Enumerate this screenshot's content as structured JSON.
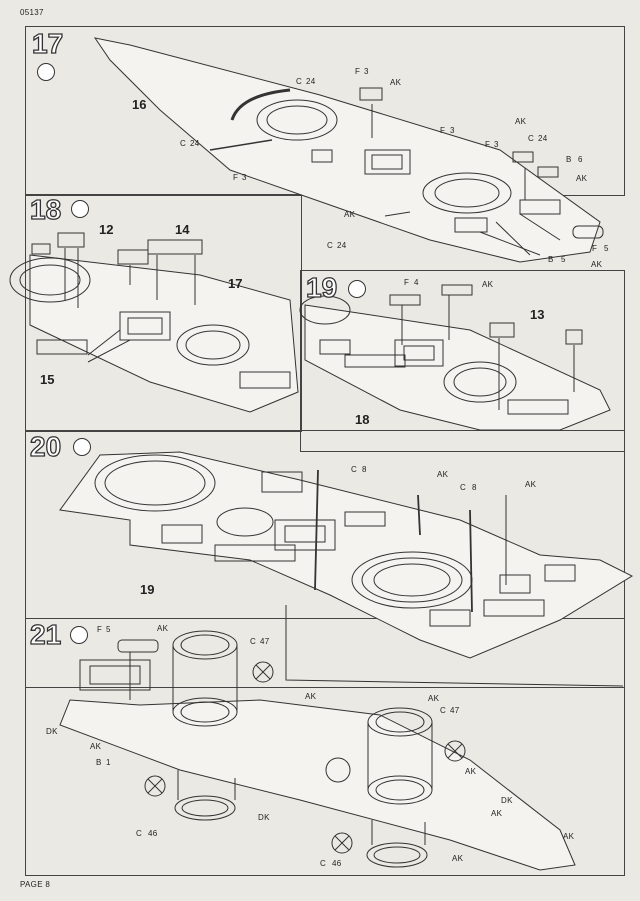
{
  "header": {
    "code": "05137"
  },
  "footer": {
    "page": "PAGE 8"
  },
  "steps": [
    {
      "number": "17",
      "parts": [
        "16"
      ],
      "callouts": [
        "C",
        "24",
        "F",
        "3",
        "AK",
        "C",
        "24",
        "F",
        "3",
        "F",
        "3",
        "AK",
        "C",
        "24",
        "F",
        "3",
        "B",
        "6",
        "AK",
        "AK",
        "C",
        "24",
        "B",
        "5",
        "F",
        "5",
        "AK"
      ]
    },
    {
      "number": "18",
      "parts": [
        "12",
        "14",
        "17",
        "15"
      ]
    },
    {
      "number": "19",
      "parts": [
        "13",
        "18"
      ],
      "callouts": [
        "F",
        "4",
        "AK"
      ]
    },
    {
      "number": "20",
      "parts": [
        "19"
      ],
      "callouts": [
        "C",
        "8",
        "AK",
        "C",
        "8",
        "AK"
      ]
    },
    {
      "number": "21",
      "callouts": [
        "F",
        "5",
        "AK",
        "C",
        "47",
        "AK",
        "AK",
        "C",
        "47",
        "DK",
        "AK",
        "B",
        "1",
        "AK",
        "DK",
        "C",
        "46",
        "AK",
        "DK",
        "C",
        "46",
        "AK",
        "AK"
      ]
    }
  ]
}
